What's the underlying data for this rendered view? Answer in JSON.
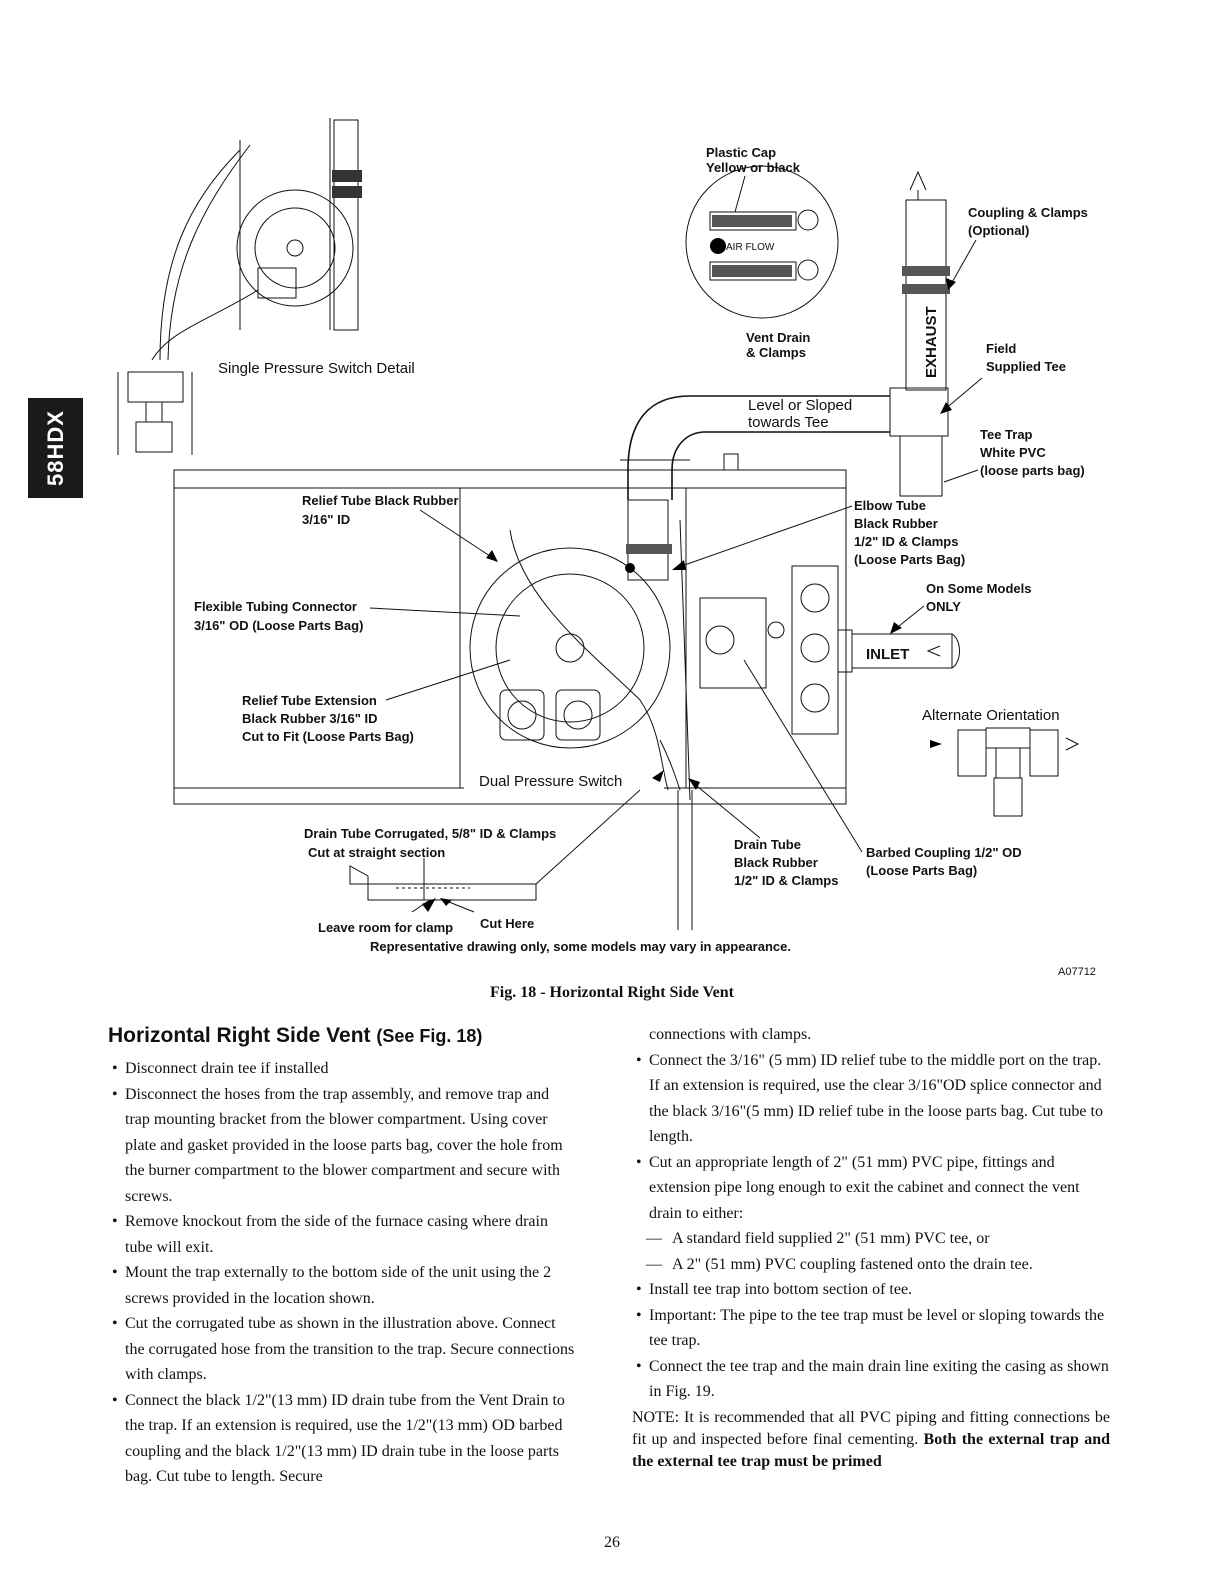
{
  "side_tab": "58HDX",
  "figure": {
    "id": "A07712",
    "caption": "Fig. 18 - Horizontal Right Side Vent",
    "labels": {
      "plastic_cap": "Plastic Cap",
      "plastic_cap_color": "Yellow or black",
      "air_flow": "AIR FLOW",
      "coupling_clamps": "Coupling & Clamps",
      "optional": "(Optional)",
      "exhaust": "EXHAUST",
      "vent_drain": "Vent Drain",
      "vent_drain_clamps": "& Clamps",
      "field": "Field",
      "supplied_tee": "Supplied Tee",
      "single_switch": "Single Pressure Switch  Detail",
      "level_sloped": "Level or Sloped",
      "towards_tee": "towards Tee",
      "tee_trap": "Tee Trap",
      "white_pvc": "White PVC",
      "loose_parts_bag": "(loose parts bag)",
      "relief_tube": "Relief Tube Black Rubber",
      "relief_tube_id": "3/16\" ID",
      "elbow_tube": "Elbow Tube",
      "elbow_black_rubber": "Black Rubber",
      "elbow_id": "1/2\" ID & Clamps",
      "elbow_bag": "(Loose Parts Bag)",
      "on_some_models": "On Some Models",
      "only": "ONLY",
      "flex_connector": "Flexible Tubing Connector",
      "flex_od": "3/16\" OD (Loose Parts Bag)",
      "inlet": "INLET",
      "relief_ext": "Relief Tube Extension",
      "relief_ext_rubber": "Black Rubber 3/16\" ID",
      "relief_ext_cut": "Cut to Fit (Loose Parts Bag)",
      "alt_orientation": "Alternate  Orientation",
      "dual_switch": "Dual Pressure Switch",
      "drain_corrugated": "Drain Tube Corrugated, 5/8\" ID & Clamps",
      "cut_straight": "Cut at straight section",
      "drain_tube": "Drain Tube",
      "drain_black_rubber": "Black Rubber",
      "drain_id": "1/2\" ID & Clamps",
      "barbed_coupling": "Barbed Coupling 1/2\" OD",
      "barbed_bag": "(Loose Parts Bag)",
      "leave_room": "Leave room for clamp",
      "cut_here": "Cut Here",
      "representative": "Representative drawing only, some models may vary in appearance."
    }
  },
  "section": {
    "title": "Horizontal Right Side Vent",
    "see": "(See Fig. 18)"
  },
  "left_bullets": [
    "Disconnect drain tee if installed",
    "Disconnect the hoses from the trap assembly, and remove trap and trap mounting bracket from the blower compartment. Using cover plate and gasket provided in the loose parts bag, cover the hole from the burner compartment to the blower compartment and secure with screws.",
    "Remove knockout from the side of the furnace casing where drain tube will exit.",
    "Mount the trap externally to the bottom side of the unit using the 2 screws provided in the location shown.",
    "Cut the corrugated tube as shown in the illustration above. Connect the corrugated hose from the transition to the trap. Secure connections with clamps.",
    "Connect the black 1/2\"(13 mm) ID drain tube from the Vent Drain to the trap.  If an extension is required, use the 1/2\"(13 mm) OD barbed coupling and the black 1/2\"(13 mm) ID drain tube in the loose parts bag.  Cut tube to length.  Secure"
  ],
  "right_continuation": "connections with clamps.",
  "right_bullets_a": [
    "Connect the 3/16\" (5 mm) ID relief tube to the middle port on the trap. If an extension is required, use the clear 3/16\"OD splice connector and the black 3/16\"(5 mm) ID relief tube in the loose parts bag.  Cut tube to length.",
    "Cut an appropriate length of 2\"  (51 mm) PVC pipe, fittings and extension pipe long enough to exit the cabinet and connect the vent drain to either:"
  ],
  "dash_items": [
    "A standard field supplied 2\" (51 mm) PVC tee, or",
    "A 2\" (51 mm) PVC coupling fastened onto the drain tee."
  ],
  "right_bullets_b": [
    "Install tee trap into bottom section of tee.",
    "Important:  The pipe to the tee trap must be level or sloping towards the tee trap.",
    "Connect the tee trap and the main drain line exiting the casing as shown in Fig. 19."
  ],
  "note": {
    "label": "NOTE:",
    "text": "  It is recommended that all PVC piping and fitting connections be fit up and inspected before final cementing. ",
    "bold": "Both the external trap and the external tee trap must be primed"
  },
  "page_number": "26"
}
